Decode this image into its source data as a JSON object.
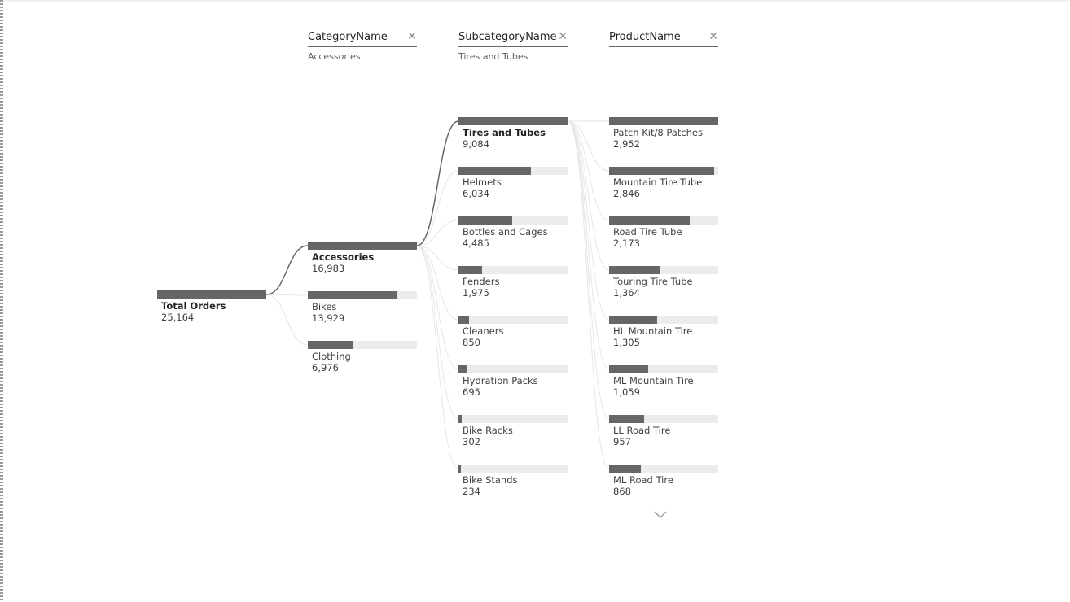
{
  "chart_data": {
    "type": "decomposition-tree",
    "root": {
      "label": "Total Orders",
      "value": 25164,
      "value_text": "25,164"
    },
    "levels": [
      {
        "field": "CategoryName",
        "selected_label": "Accessories",
        "selected": "Accessories",
        "nodes": [
          {
            "label": "Accessories",
            "value": 16983,
            "value_text": "16,983"
          },
          {
            "label": "Bikes",
            "value": 13929,
            "value_text": "13,929"
          },
          {
            "label": "Clothing",
            "value": 6976,
            "value_text": "6,976"
          }
        ]
      },
      {
        "field": "SubcategoryName",
        "selected_label": "Tires and Tubes",
        "selected": "Tires and Tubes",
        "nodes": [
          {
            "label": "Tires and Tubes",
            "value": 9084,
            "value_text": "9,084"
          },
          {
            "label": "Helmets",
            "value": 6034,
            "value_text": "6,034"
          },
          {
            "label": "Bottles and Cages",
            "value": 4485,
            "value_text": "4,485"
          },
          {
            "label": "Fenders",
            "value": 1975,
            "value_text": "1,975"
          },
          {
            "label": "Cleaners",
            "value": 850,
            "value_text": "850"
          },
          {
            "label": "Hydration Packs",
            "value": 695,
            "value_text": "695"
          },
          {
            "label": "Bike Racks",
            "value": 302,
            "value_text": "302"
          },
          {
            "label": "Bike Stands",
            "value": 234,
            "value_text": "234"
          }
        ]
      },
      {
        "field": "ProductName",
        "selected_label": "",
        "selected": null,
        "nodes": [
          {
            "label": "Patch Kit/8 Patches",
            "value": 2952,
            "value_text": "2,952"
          },
          {
            "label": "Mountain Tire Tube",
            "value": 2846,
            "value_text": "2,846"
          },
          {
            "label": "Road Tire Tube",
            "value": 2173,
            "value_text": "2,173"
          },
          {
            "label": "Touring Tire Tube",
            "value": 1364,
            "value_text": "1,364"
          },
          {
            "label": "HL Mountain Tire",
            "value": 1305,
            "value_text": "1,305"
          },
          {
            "label": "ML Mountain Tire",
            "value": 1059,
            "value_text": "1,059"
          },
          {
            "label": "LL Road Tire",
            "value": 957,
            "value_text": "957"
          },
          {
            "label": "ML Road Tire",
            "value": 868,
            "value_text": "868"
          }
        ]
      }
    ]
  },
  "colors": {
    "bar": "#666666",
    "track": "#ececec",
    "link_active": "#666666",
    "link_inactive": "#e6e6e6"
  },
  "icons": {
    "close": "close-icon",
    "more": "chevron-down-icon"
  }
}
